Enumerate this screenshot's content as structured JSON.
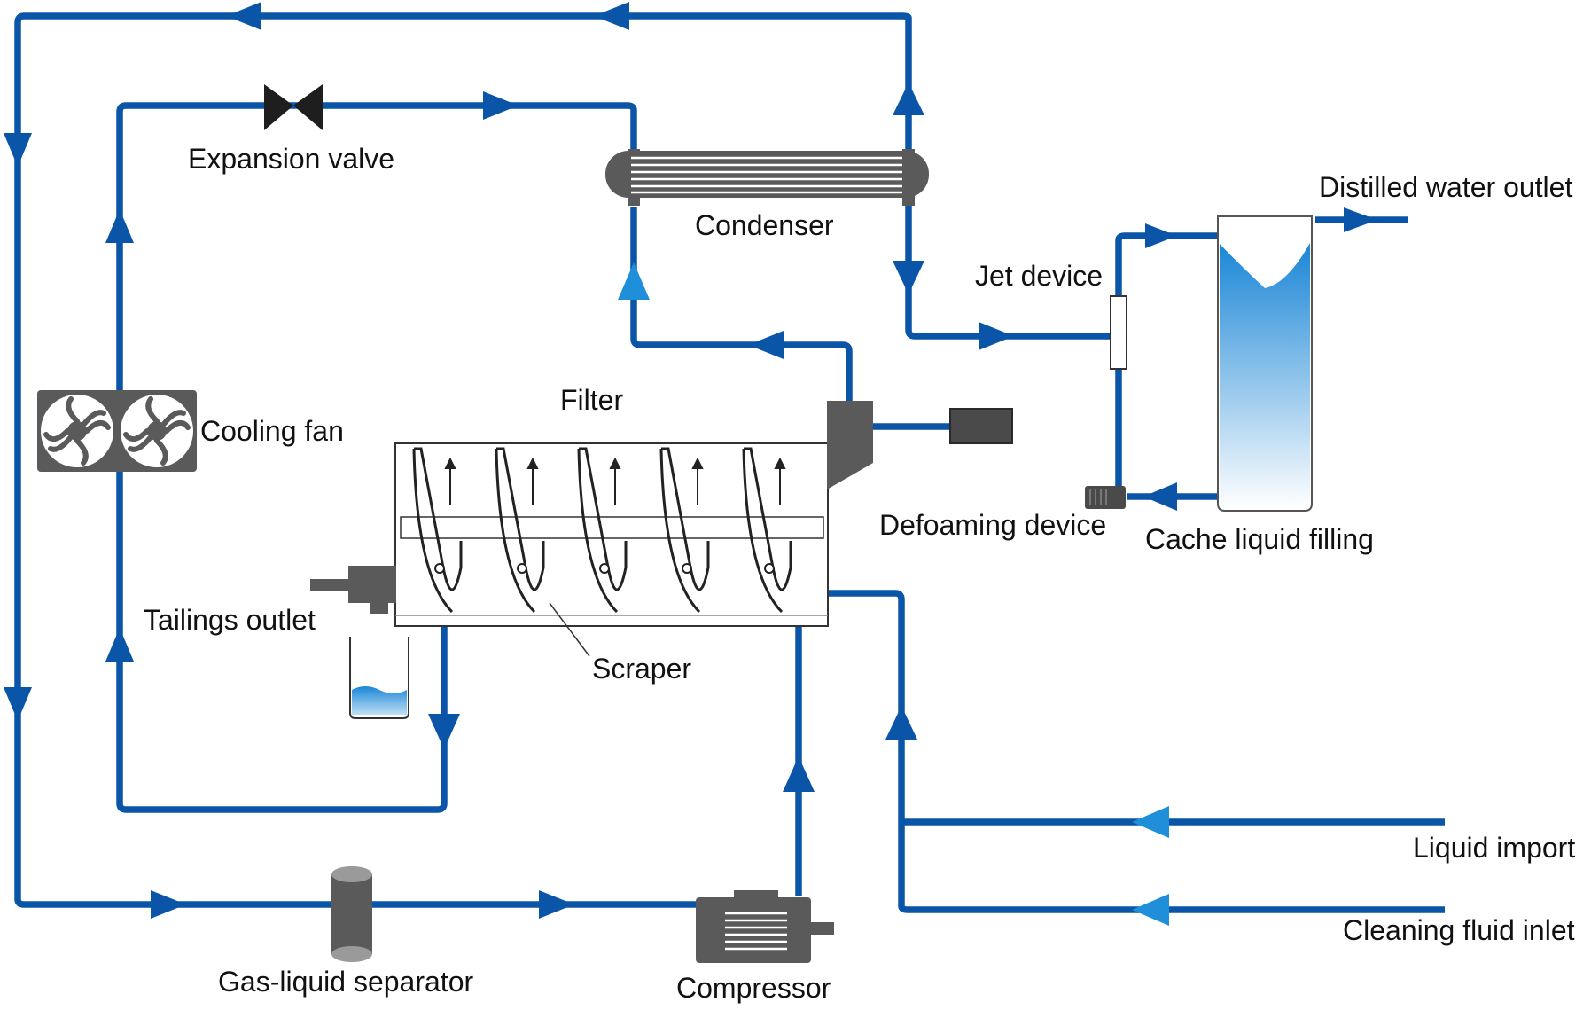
{
  "labels": {
    "expansion_valve": "Expansion valve",
    "condenser": "Condenser",
    "distilled_water_outlet": "Distilled water outlet",
    "jet_device": "Jet device",
    "filter": "Filter",
    "cooling_fan": "Cooling fan",
    "defoaming_device": "Defoaming device",
    "cache_liquid_filling": "Cache liquid filling",
    "tailings_outlet": "Tailings outlet",
    "scraper": "Scraper",
    "liquid_import": "Liquid import",
    "gas_liquid_separator": "Gas-liquid separator",
    "compressor": "Compressor",
    "cleaning_fluid_inlet": "Cleaning fluid inlet"
  },
  "colors": {
    "pipe": "#0a55a8",
    "arrow_light": "#1e8fd8",
    "device_dark": "#5a5a5a",
    "water_top": "#1a86d6",
    "water_bottom": "#ffffff"
  },
  "icons": [
    "expansion-valve-icon",
    "condenser-icon",
    "cooling-fan-icon",
    "filter-tank-icon",
    "defoaming-device-icon",
    "jet-device-icon",
    "cache-tank-icon",
    "tailings-container-icon",
    "gas-liquid-separator-icon",
    "compressor-icon",
    "pump-icon"
  ]
}
